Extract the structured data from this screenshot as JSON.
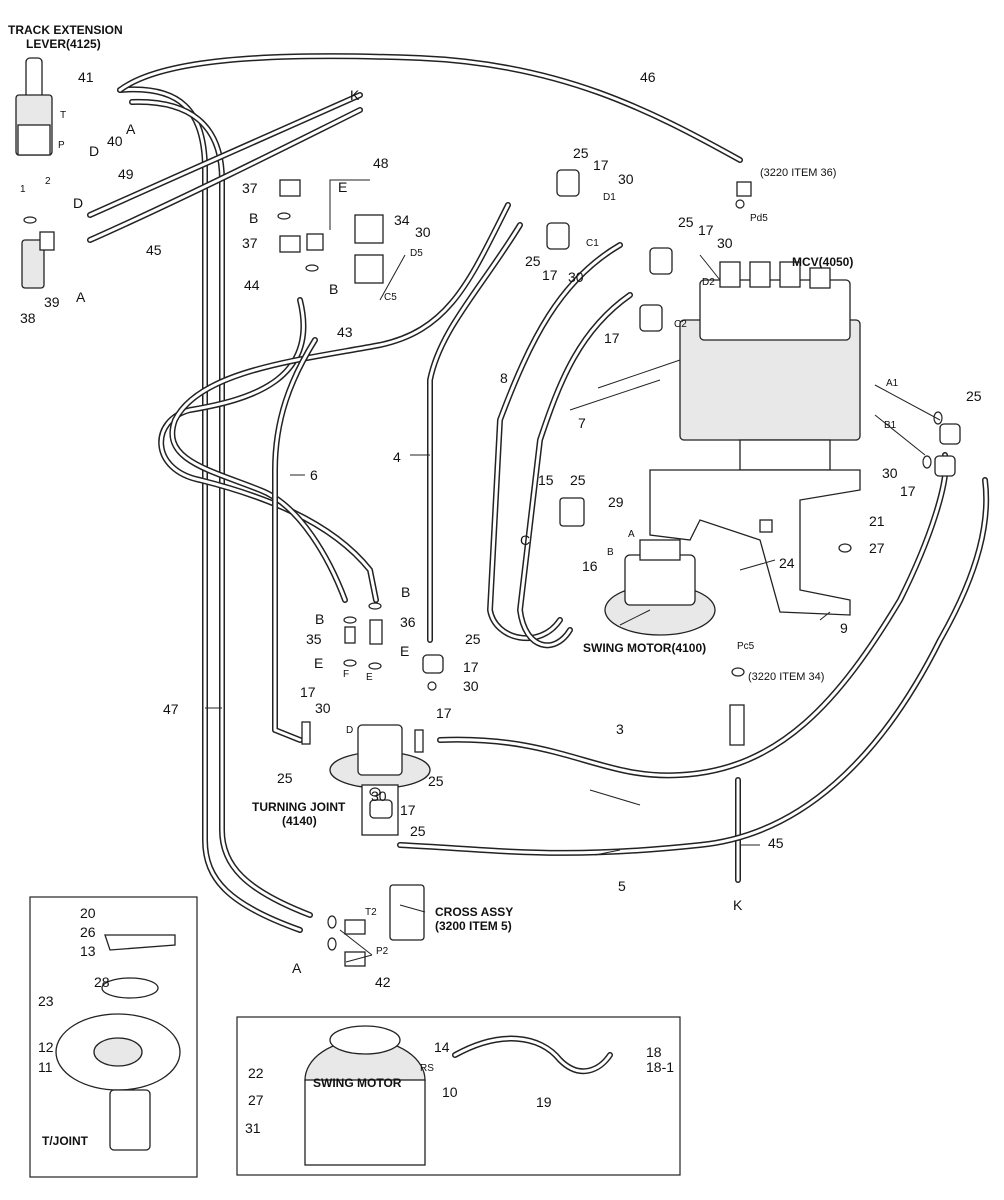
{
  "titles": {
    "track_lever": "TRACK EXTENSION",
    "track_lever_2": "LEVER(4125)",
    "mcv": "MCV(4050)",
    "swing_motor": "SWING MOTOR(4100)",
    "turning_joint": "TURNING JOINT",
    "turning_joint_2": "(4140)",
    "cross_assy": "CROSS ASSY",
    "cross_assy_2": "(3200 ITEM 5)",
    "ref_top": "(3220 ITEM 36)",
    "ref_mid": "(3220 ITEM 34)",
    "swing_motor_inset": "SWING MOTOR",
    "tjoint_inset": "T/JOINT"
  },
  "port_labels": {
    "T": "T",
    "P": "P",
    "one": "1",
    "two": "2",
    "D1": "D1",
    "D2": "D2",
    "D5": "D5",
    "C1": "C1",
    "C2": "C2",
    "C5": "C5",
    "A1": "A1",
    "B1": "B1",
    "Pd5": "Pd5",
    "Pc5": "Pc5",
    "A": "A",
    "B": "B",
    "D": "D",
    "E": "E",
    "F": "F",
    "T2": "T2",
    "P2": "P2",
    "RS": "RS"
  },
  "callouts": {
    "c41": "41",
    "c40": "40",
    "cA1": "A",
    "cD1": "D",
    "c49": "49",
    "cD2": "D",
    "c45a": "45",
    "c38": "38",
    "c39": "39",
    "cA2": "A",
    "c46": "46",
    "cK1": "K",
    "c48": "48",
    "c37a": "37",
    "cE1": "E",
    "cB1": "B",
    "c37b": "37",
    "c34": "34",
    "c30a": "30",
    "c44": "44",
    "cB2": "B",
    "c43": "43",
    "c25a": "25",
    "c17a": "17",
    "c30b": "30",
    "c25b": "25",
    "c17b": "17",
    "c30c": "30",
    "c25c": "25",
    "c17c": "17",
    "c30d": "30",
    "c17d": "17",
    "c8": "8",
    "c7": "7",
    "c4": "4",
    "c6": "6",
    "c25d": "25",
    "c30e": "30",
    "c17e": "17",
    "c15": "15",
    "c25e": "25",
    "c29": "29",
    "cC": "C",
    "c16": "16",
    "c21": "21",
    "c27a": "27",
    "c24": "24",
    "c9": "9",
    "cB3": "B",
    "cB4": "B",
    "c35": "35",
    "c36": "36",
    "c25f": "25",
    "cE2": "E",
    "cE3": "E",
    "c17f": "17",
    "c30f": "30",
    "c47": "47",
    "c17g": "17",
    "c30g": "30",
    "c25g": "25",
    "c17h": "17",
    "c25h": "25",
    "c3": "3",
    "c30h": "30",
    "c17i": "17",
    "c25i": "25",
    "c45b": "45",
    "c5": "5",
    "cK2": "K",
    "cA3": "A",
    "c42": "42",
    "c20": "20",
    "c26": "26",
    "c13": "13",
    "c28": "28",
    "c23": "23",
    "c12": "12",
    "c11": "11",
    "c14": "14",
    "c18": "18",
    "c18_1": "18-1",
    "c22": "22",
    "c10": "10",
    "c19": "19",
    "c27b": "27",
    "c31": "31"
  }
}
